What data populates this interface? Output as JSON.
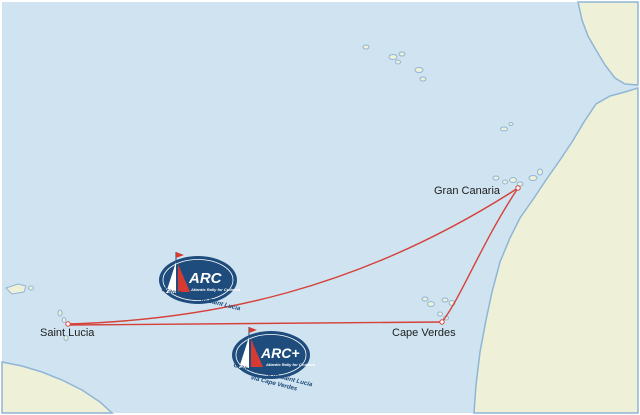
{
  "colors": {
    "ocean": "#cfe3f0",
    "land": "#eef0d8",
    "coast": "#8fb6d6",
    "route": "#d6413a",
    "logo_navy": "#1e4c7c",
    "logo_red": "#d63a33"
  },
  "places": {
    "gran_canaria": "Gran Canaria",
    "cape_verdes": "Cape Verdes",
    "saint_lucia": "Saint Lucia"
  },
  "routes": {
    "arc": {
      "logo_text": "ARC",
      "logo_subtitle": "Atlantic Rally for Cruisers",
      "caption": "Gran Canaria to Saint Lucia"
    },
    "arc_plus": {
      "logo_text": "ARC+",
      "logo_subtitle": "Atlantic Rally for Cruisers",
      "caption_line1": "Gran Canaria to Saint Lucia",
      "caption_line2": "via Cape Verdes"
    }
  }
}
